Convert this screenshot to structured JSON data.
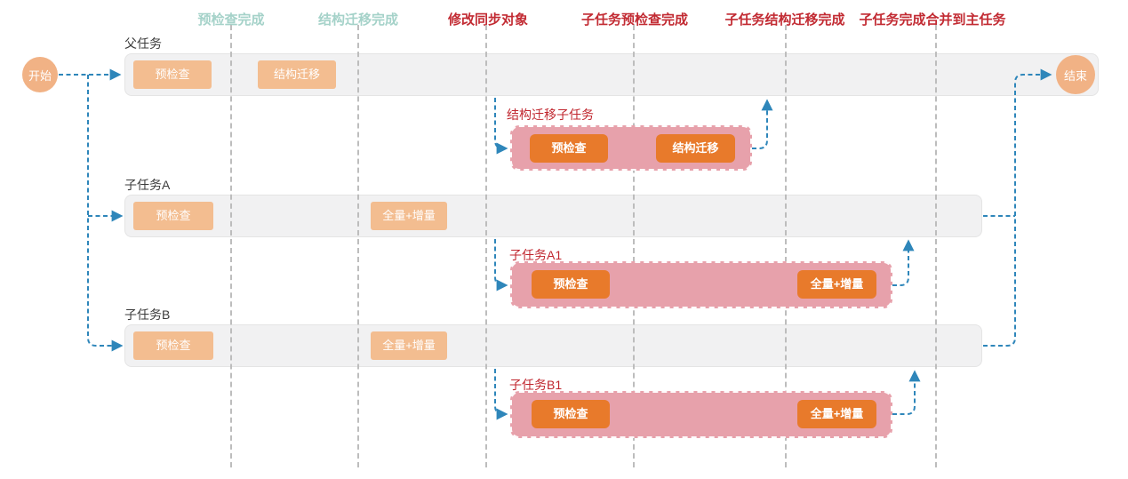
{
  "milestones": [
    {
      "label": "预检查完成",
      "type": "done"
    },
    {
      "label": "结构迁移完成",
      "type": "done"
    },
    {
      "label": "修改同步对象",
      "type": "action"
    },
    {
      "label": "子任务预检查完成",
      "type": "action"
    },
    {
      "label": "子任务结构迁移完成",
      "type": "action"
    },
    {
      "label": "子任务完成合并到主任务",
      "type": "action"
    }
  ],
  "nodes": {
    "start": "开始",
    "end": "结束"
  },
  "lanes": [
    {
      "name": "parent-task",
      "label": "父任务",
      "steps": [
        "预检查",
        "结构迁移"
      ]
    },
    {
      "name": "child-task-a",
      "label": "子任务A",
      "steps": [
        "预检查",
        "全量+增量"
      ]
    },
    {
      "name": "child-task-b",
      "label": "子任务B",
      "steps": [
        "预检查",
        "全量+增量"
      ]
    }
  ],
  "subtasks": [
    {
      "name": "struct-migration-subtask",
      "label": "结构迁移子任务",
      "steps": [
        "预检查",
        "结构迁移"
      ]
    },
    {
      "name": "child-task-a1",
      "label": "子任务A1",
      "steps": [
        "预检查",
        "全量+增量"
      ]
    },
    {
      "name": "child-task-b1",
      "label": "子任务B1",
      "steps": [
        "预检查",
        "全量+增量"
      ]
    }
  ],
  "flows": [
    {
      "from": "开始",
      "to": "父任务"
    },
    {
      "from": "开始",
      "to": "子任务A"
    },
    {
      "from": "开始",
      "to": "子任务B"
    },
    {
      "from": "父任务",
      "to": "结构迁移子任务"
    },
    {
      "from": "结构迁移子任务",
      "to": "父任务"
    },
    {
      "from": "子任务A",
      "to": "子任务A1"
    },
    {
      "from": "子任务A1",
      "to": "子任务A"
    },
    {
      "from": "子任务B",
      "to": "子任务B1"
    },
    {
      "from": "子任务B1",
      "to": "子任务B"
    },
    {
      "from": "子任务A",
      "to": "结束"
    },
    {
      "from": "子任务B",
      "to": "结束"
    }
  ],
  "colors": {
    "milestone_done": "#a5d2c9",
    "milestone_action": "#c22b33",
    "node_fill": "#f1b285",
    "lane_fill": "#f1f1f2",
    "lane_border": "#e4e4e4",
    "step_light": "#f3bd90",
    "step_dark": "#e87a2b",
    "subtask_fill": "#e7a1ab",
    "arrow_blue": "#2e86ba",
    "column_line_gray": "#bdbdbd",
    "label_text": "#3b3b3b"
  }
}
